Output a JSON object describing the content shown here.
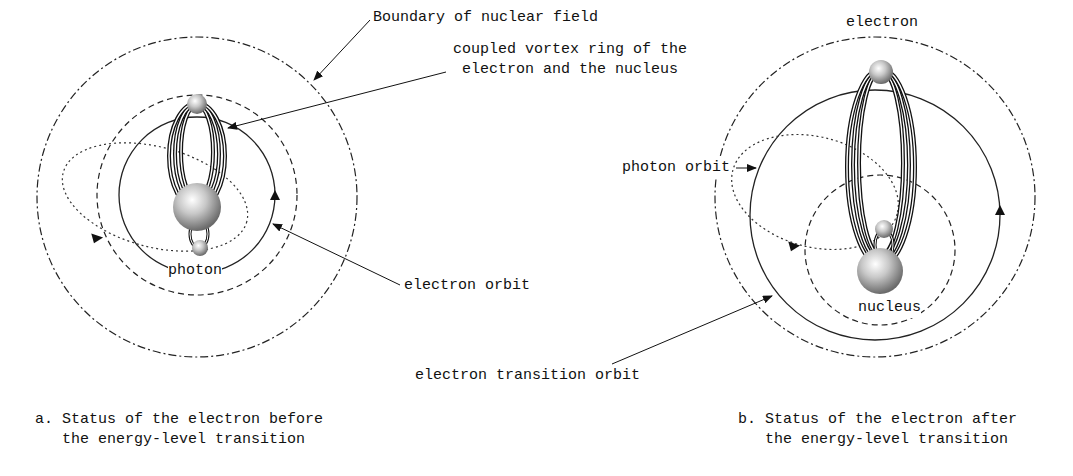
{
  "diagram": {
    "labels": [
      "Boundary of nuclear field",
      "coupled vortex ring of the electron and the nucleus",
      "photon",
      "electron orbit",
      "a. Status of the electron before the energy-level transition",
      "electron",
      "photon orbit",
      "nucleus",
      "electron transition orbit",
      "b. Status of the electron after the energy-level transition"
    ]
  }
}
